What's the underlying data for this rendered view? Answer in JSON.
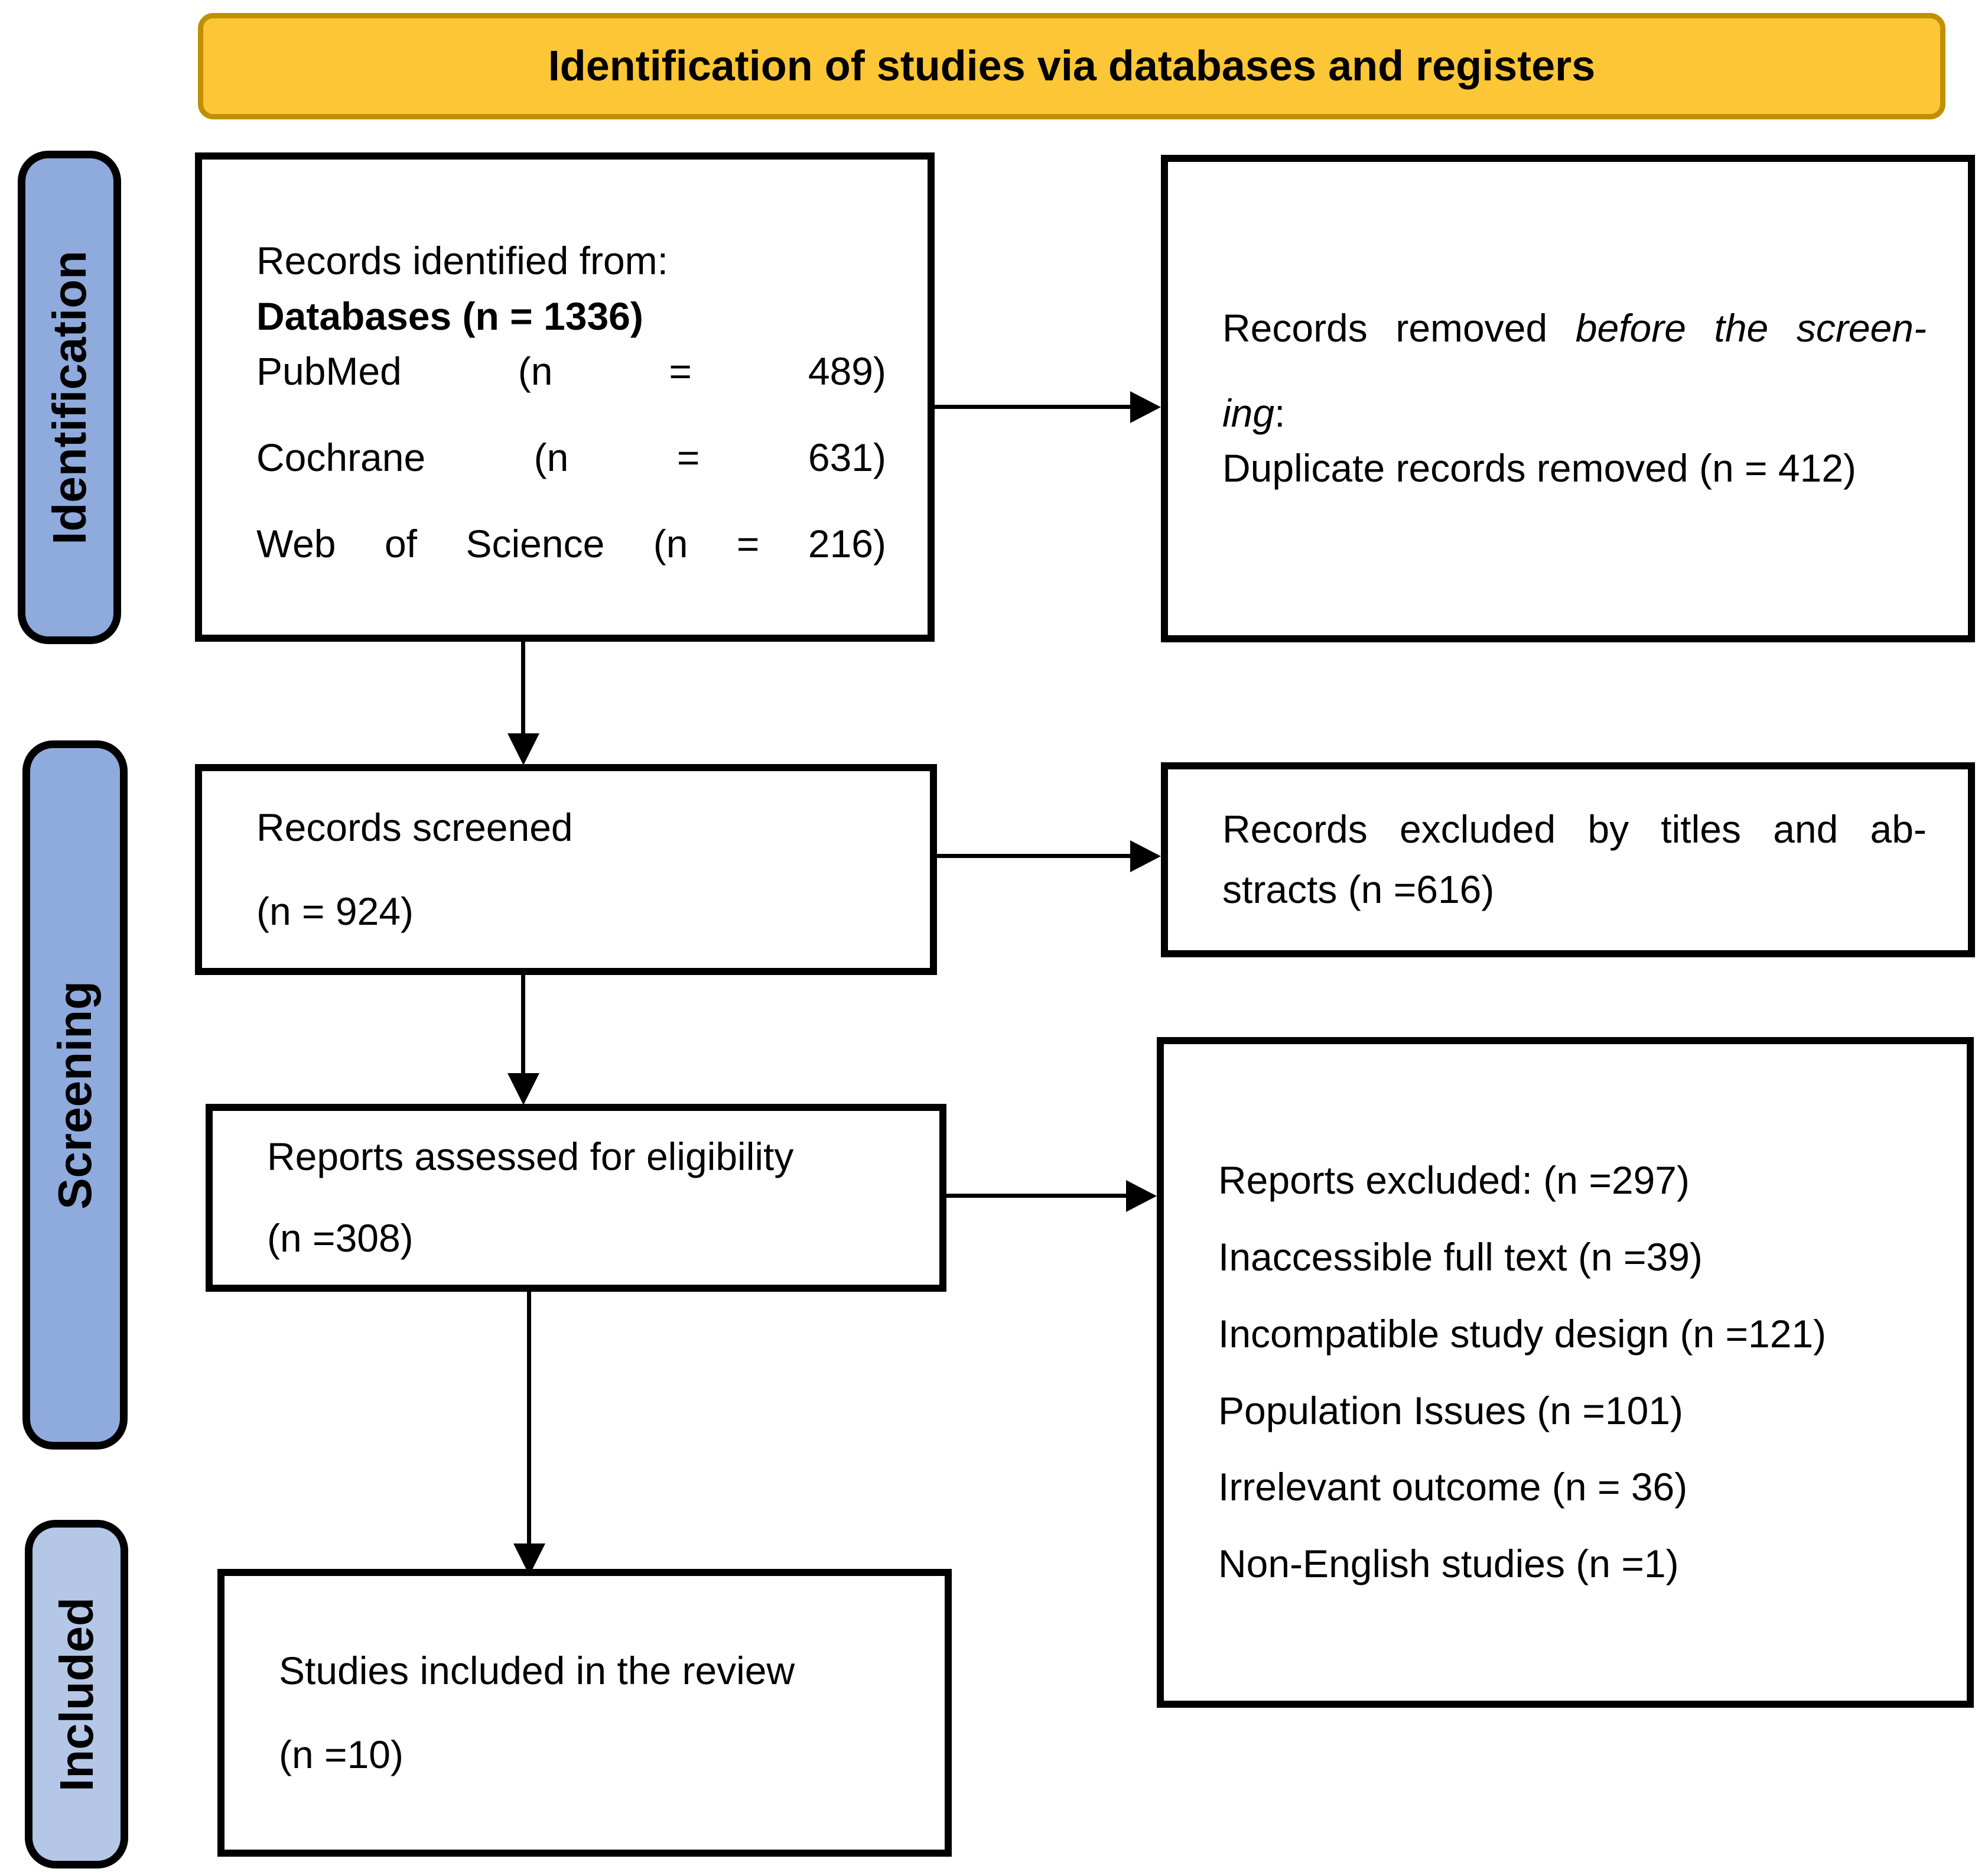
{
  "title": "Identification of studies via databases and registers",
  "stages": {
    "identification": "Identification",
    "screening": "Screening",
    "included": "Included"
  },
  "colors": {
    "banner_bg": "#FCC636",
    "banner_border": "#BF9000",
    "stage_bg": "#8FAADC",
    "stage_included_bg": "#B4C7E7",
    "box_border": "#000000",
    "text": "#000000"
  },
  "boxes": {
    "records_identified": {
      "line1": "Records identified from:",
      "line2": "Databases (n = 1336)",
      "pubmed": [
        "PubMed",
        "(n",
        "=",
        "489)"
      ],
      "cochrane": [
        "Cochrane",
        "(n",
        "=",
        "631)"
      ],
      "web_of_science": [
        "Web",
        "of",
        "Science",
        "(n",
        "=",
        "216)"
      ]
    },
    "records_removed": {
      "line1_tokens": [
        "Records",
        "removed",
        "before",
        "the",
        "screen-"
      ],
      "line2_italic": "ing",
      "line2_rest": ":",
      "line3": "Duplicate records removed (n = 412)"
    },
    "records_screened": {
      "line1": "Records screened",
      "line2": "(n = 924)"
    },
    "records_excluded": {
      "line1_tokens": [
        "Records",
        "excluded",
        "by",
        "titles",
        "and",
        "ab-"
      ],
      "line2": "stracts (n =616)"
    },
    "reports_assessed": {
      "line1": "Reports assessed for eligibility",
      "line2": "(n =308)"
    },
    "reports_excluded": {
      "lines": [
        "Reports excluded: (n =297)",
        "Inaccessible full text (n =39)",
        "Incompatible study design (n =121)",
        "Population Issues (n =101)",
        "Irrelevant outcome (n = 36)",
        "Non-English studies (n =1)"
      ]
    },
    "studies_included": {
      "line1": "Studies included in the review",
      "line2": "(n =10)"
    }
  },
  "connections": [
    "records_identified -> records_removed",
    "records_identified -> records_screened",
    "records_screened -> records_excluded",
    "records_screened -> reports_assessed",
    "reports_assessed -> reports_excluded",
    "reports_assessed -> studies_included"
  ]
}
